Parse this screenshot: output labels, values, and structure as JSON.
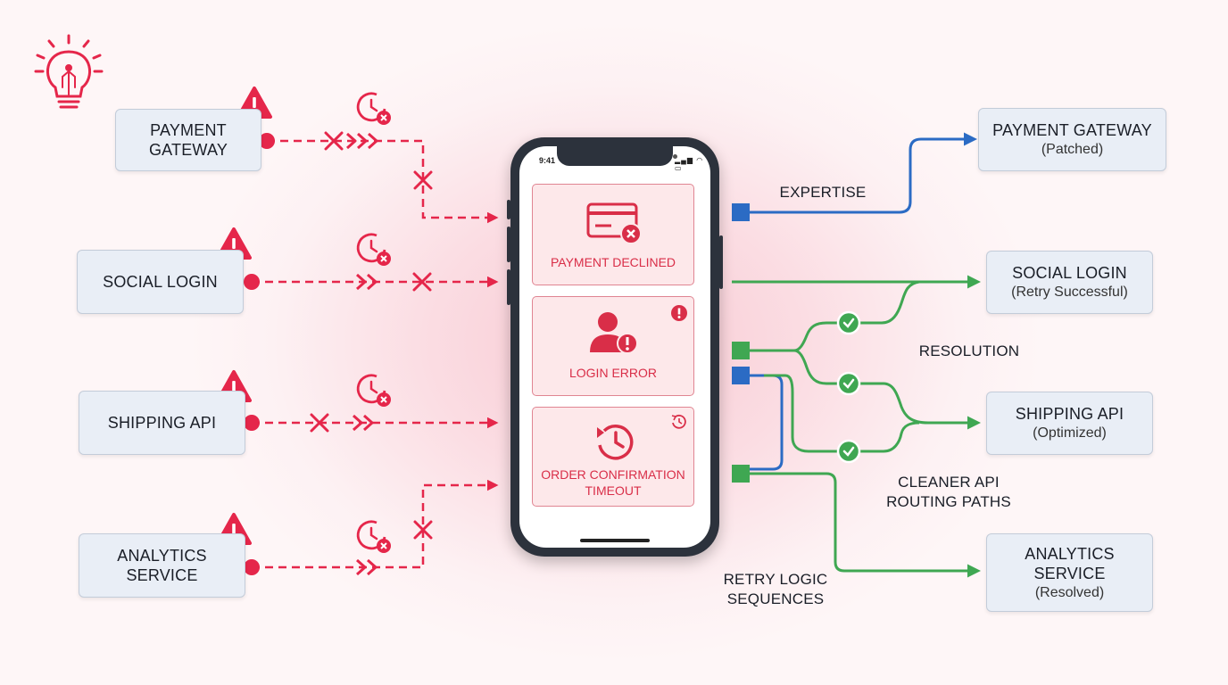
{
  "failing_services": [
    {
      "name": "PAYMENT\nGATEWAY"
    },
    {
      "name": "SOCIAL LOGIN"
    },
    {
      "name": "SHIPPING API"
    },
    {
      "name": "ANALYTICS\nSERVICE"
    }
  ],
  "phone": {
    "time": "9:41",
    "status_icons": "▂▄▆ ◠ ▭",
    "alerts": [
      {
        "title": "PAYMENT DECLINED",
        "icon": "card-error-icon"
      },
      {
        "title": "LOGIN ERROR",
        "icon": "user-error-icon"
      },
      {
        "title": "ORDER CONFIRMATION\nTIMEOUT",
        "icon": "history-icon"
      }
    ]
  },
  "resolved_services": [
    {
      "name": "PAYMENT GATEWAY",
      "status": "(Patched)"
    },
    {
      "name": "SOCIAL LOGIN",
      "status": "(Retry Successful)"
    },
    {
      "name": "SHIPPING API",
      "status": "(Optimized)"
    },
    {
      "name": "ANALYTICS\nSERVICE",
      "status": "(Resolved)"
    }
  ],
  "labels": {
    "expertise": "EXPERTISE",
    "resolution": "RESOLUTION",
    "cleaner": "CLEANER API\nROUTING PATHS",
    "retry": "RETRY LOGIC\nSEQUENCES"
  },
  "colors": {
    "error": "#e5264a",
    "success": "#3fa752",
    "expertise": "#2b6bc4",
    "box_fill": "#e9eef6",
    "text": "#1a1e27"
  }
}
